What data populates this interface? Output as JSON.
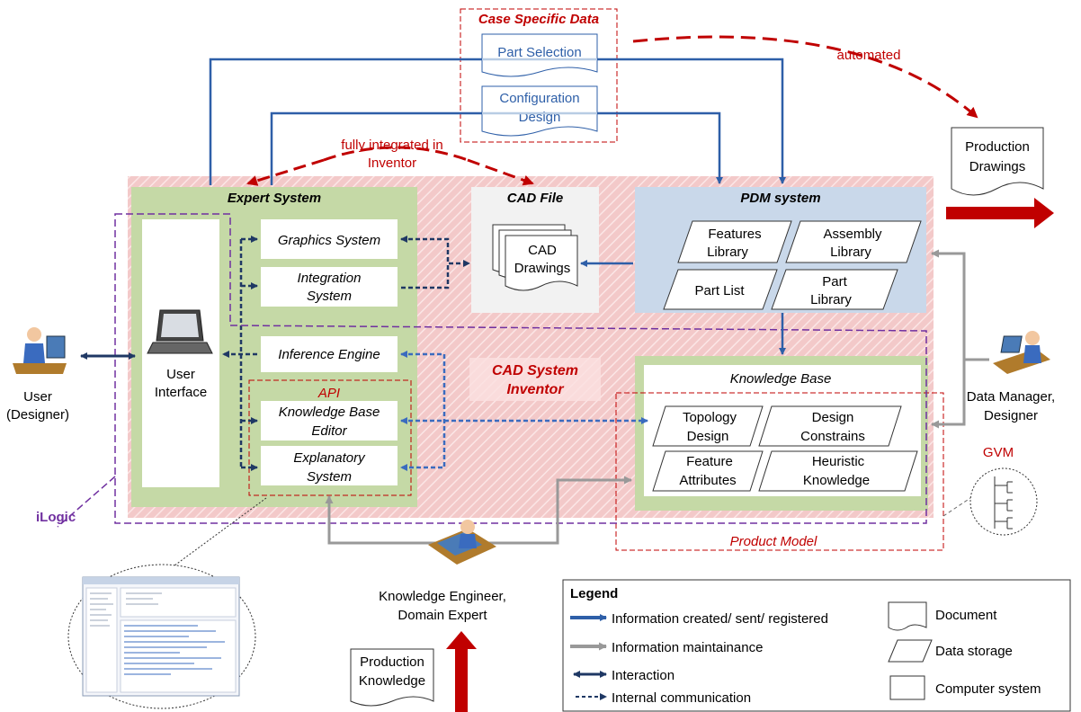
{
  "case_specific": {
    "title": "Case Specific Data",
    "part_selection": "Part Selection",
    "config_line1": "Configuration",
    "config_line2": "Design"
  },
  "automated": "automated",
  "fully_integrated_line1": "fully integrated in",
  "fully_integrated_line2": "Inventor",
  "production_drawings_line1": "Production",
  "production_drawings_line2": "Drawings",
  "expert_system": {
    "title": "Expert System",
    "graphics": "Graphics System",
    "integration_line1": "Integration",
    "integration_line2": "System",
    "inference": "Inference Engine",
    "api": "API",
    "kb_editor_line1": "Knowledge Base",
    "kb_editor_line2": "Editor",
    "explanatory_line1": "Explanatory",
    "explanatory_line2": "System",
    "ui_line1": "User",
    "ui_line2": "Interface"
  },
  "cad_file": {
    "title": "CAD File",
    "doc_line1": "CAD",
    "doc_line2": "Drawings"
  },
  "pdm": {
    "title": "PDM system",
    "features_line1": "Features",
    "features_line2": "Library",
    "assembly_line1": "Assembly",
    "assembly_line2": "Library",
    "part_list": "Part List",
    "part_library_line1": "Part",
    "part_library_line2": "Library"
  },
  "cad_system_line1": "CAD System",
  "cad_system_line2": "Inventor",
  "knowledge_base": {
    "title": "Knowledge Base",
    "topology_line1": "Topology",
    "topology_line2": "Design",
    "constraints_line1": "Design",
    "constraints_line2": "Constrains",
    "feature_attr_line1": "Feature",
    "feature_attr_line2": "Attributes",
    "heuristic_line1": "Heuristic",
    "heuristic_line2": "Knowledge"
  },
  "product_model": "Product Model",
  "ilogic": "iLogic",
  "gvm": "GVM",
  "user_line1": "User",
  "user_line2": "(Designer)",
  "data_manager_line1": "Data Manager,",
  "data_manager_line2": "Designer",
  "knowledge_engineer_line1": "Knowledge Engineer,",
  "knowledge_engineer_line2": "Domain Expert",
  "production_knowledge_line1": "Production",
  "production_knowledge_line2": "Knowledge",
  "legend": {
    "title": "Legend",
    "created": "Information created/ sent/ registered",
    "maintenance": "Information maintainance",
    "interaction": "Interaction",
    "internal": "Internal communication",
    "document": "Document",
    "data_storage": "Data storage",
    "computer_system": "Computer system"
  },
  "colors": {
    "red": "#c00000",
    "blue": "#2e5fa8",
    "navy": "#1f3864",
    "green": "#c5d9a6",
    "pdm_blue": "#c9d8ea",
    "purple": "#7030a0",
    "grey": "#999999"
  }
}
